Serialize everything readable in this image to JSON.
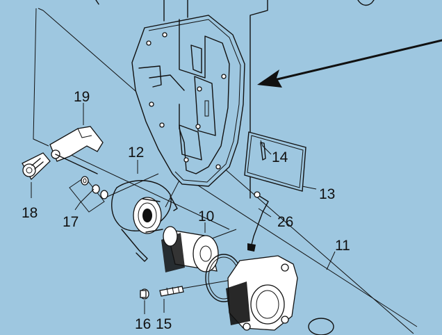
{
  "background_color": "#9ec7e0",
  "line_color": "#111111",
  "callouts": [
    {
      "id": "part-19",
      "text": "19"
    },
    {
      "id": "part-12",
      "text": "12"
    },
    {
      "id": "part-14",
      "text": "14"
    },
    {
      "id": "part-13",
      "text": "13"
    },
    {
      "id": "part-18",
      "text": "18"
    },
    {
      "id": "part-17",
      "text": "17"
    },
    {
      "id": "part-10",
      "text": "10"
    },
    {
      "id": "part-26",
      "text": "26"
    },
    {
      "id": "part-11",
      "text": "11"
    },
    {
      "id": "part-16",
      "text": "16"
    },
    {
      "id": "part-15",
      "text": "15"
    }
  ]
}
